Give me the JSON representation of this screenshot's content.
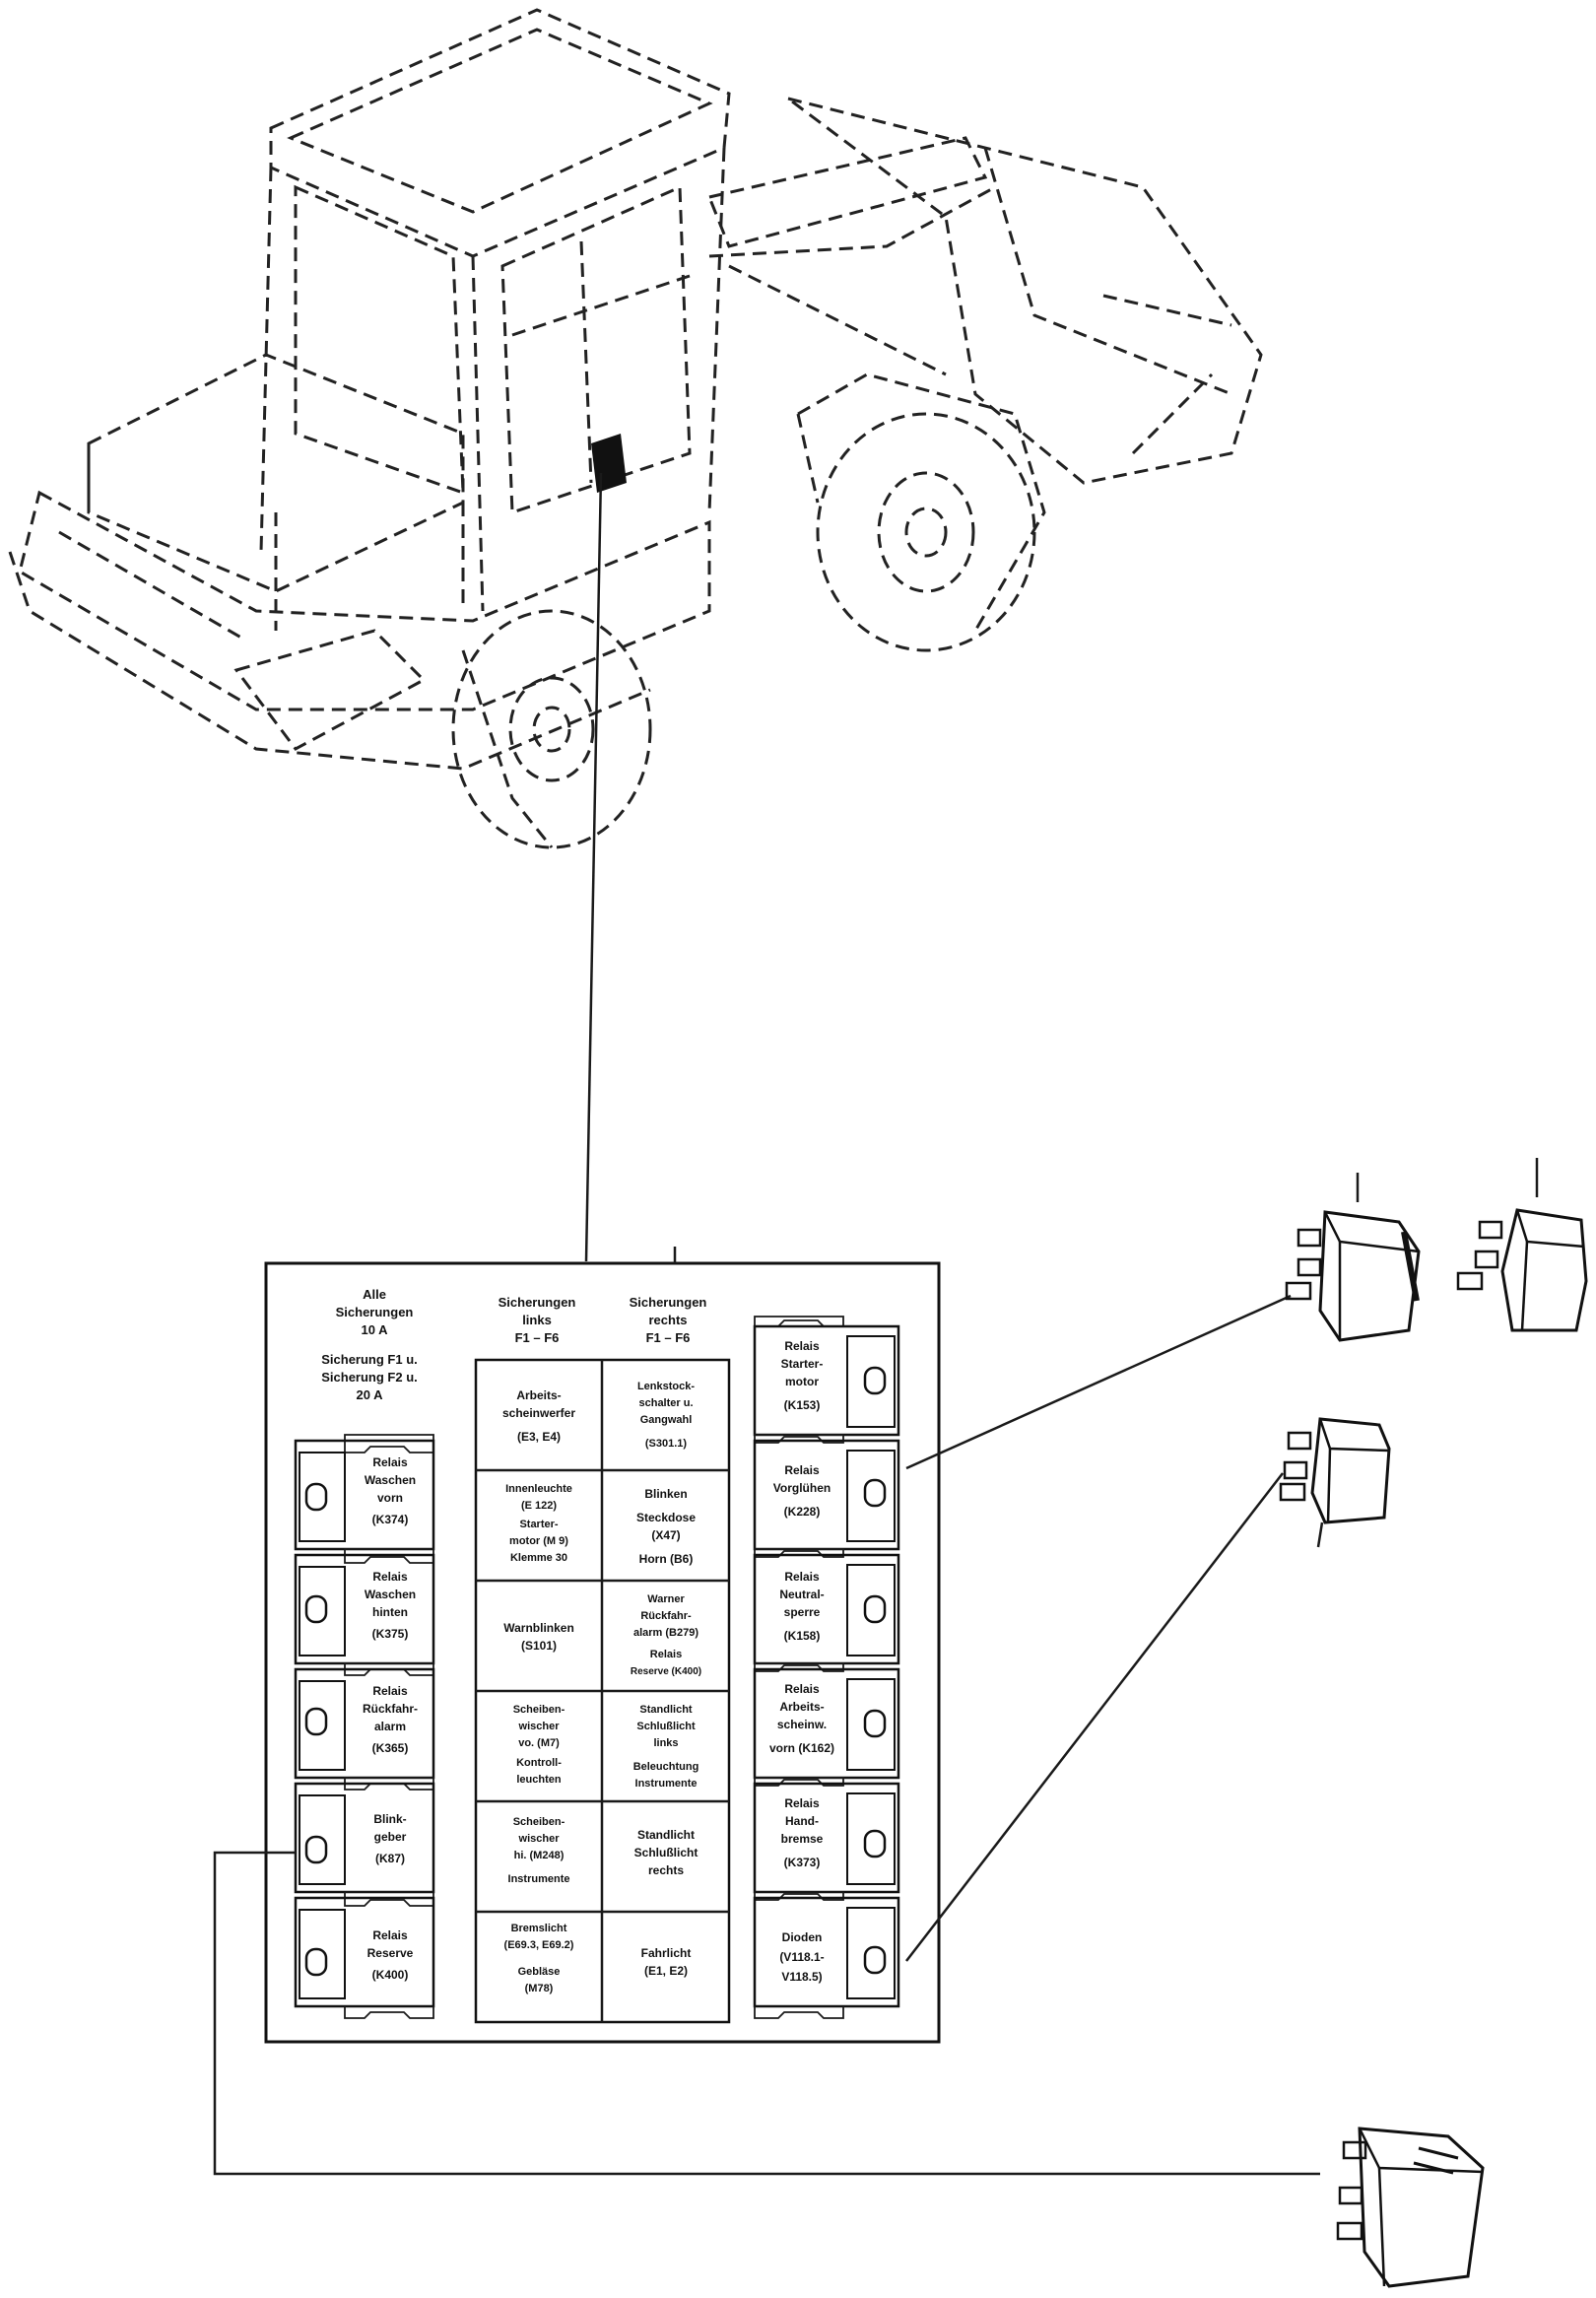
{
  "header_left": [
    "Alle",
    "Sicherungen",
    "10 A",
    "Sicherung F1 u.",
    "Sicherung F2 u.",
    "20 A"
  ],
  "header_mid_left": [
    "Sicherungen",
    "links",
    "F1 – F6"
  ],
  "header_mid_right": [
    "Sicherungen",
    "rechts",
    "F1 – F6"
  ],
  "left_relays": [
    [
      "Relais",
      "Waschen",
      "vorn",
      "(K374)"
    ],
    [
      "Relais",
      "Waschen",
      "hinten",
      "(K375)"
    ],
    [
      "Relais",
      "Rückfahr-",
      "alarm",
      "(K365)"
    ],
    [
      "Blink-",
      "geber",
      "(K87)"
    ],
    [
      "Relais",
      "Reserve",
      "(K400)"
    ]
  ],
  "right_relays": [
    [
      "Relais",
      "Starter-",
      "motor",
      "(K153)"
    ],
    [
      "Relais",
      "Vorglühen",
      "(K228)"
    ],
    [
      "Relais",
      "Neutral-",
      "sperre",
      "(K158)"
    ],
    [
      "Relais",
      "Arbeits-",
      "scheinw.",
      "vorn (K162)"
    ],
    [
      "Relais",
      "Hand-",
      "bremse",
      "(K373)"
    ],
    [
      "Dioden",
      "(V118.1-",
      "V118.5)"
    ]
  ],
  "fuse_left": [
    [
      "Arbeits-",
      "scheinwerfer",
      "(E3, E4)"
    ],
    [
      "Innenleuchte",
      "(E 122)",
      "Starter-",
      "motor (M 9)",
      "Klemme 30"
    ],
    [
      "Warnblinken",
      "(S101)"
    ],
    [
      "Scheiben-",
      "wischer",
      "vo. (M7)",
      "Kontroll-",
      "leuchten"
    ],
    [
      "Scheiben-",
      "wischer",
      "hi. (M248)",
      "Instrumente"
    ],
    [
      "Bremslicht",
      "(E69.3, E69.2)",
      "Gebläse",
      "(M78)"
    ]
  ],
  "fuse_right": [
    [
      "Lenkstock-",
      "schalter u.",
      "Gangwahl",
      "(S301.1)"
    ],
    [
      "Blinken",
      "Steckdose",
      "(X47)",
      "Horn (B6)"
    ],
    [
      "Warner",
      "Rückfahr-",
      "alarm (B279)",
      "Relais",
      "Reserve (K400)"
    ],
    [
      "Standlicht",
      "Schlußlicht",
      "links",
      "Beleuchtung",
      "Instrumente"
    ],
    [
      "Standlicht",
      "Schlußlicht",
      "rechts"
    ],
    [
      "Fahrlicht",
      "(E1, E2)"
    ]
  ]
}
